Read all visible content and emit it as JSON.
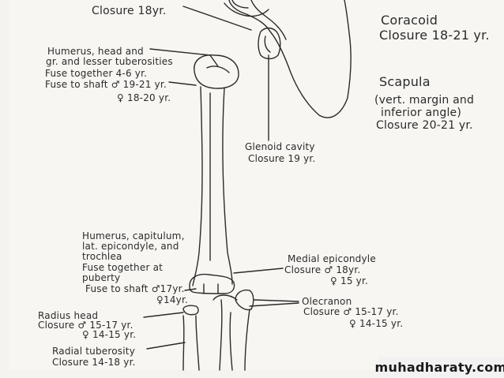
{
  "labels": {
    "top_closure": "Closure 18yr.",
    "coracoid_title": "Coracoid",
    "coracoid_closure": "Closure 18-21 yr.",
    "humerus_head_1": "Humerus, head and",
    "humerus_head_2": "gr. and lesser tuberosities",
    "humerus_head_3": "Fuse together 4-6 yr.",
    "humerus_head_4": "Fuse to shaft ♂ 19-21 yr.",
    "humerus_head_5": "♀ 18-20 yr.",
    "scapula_title": "Scapula",
    "scapula_1": "(vert. margin and",
    "scapula_2": "inferior angle)",
    "scapula_3": "Closure 20-21 yr.",
    "glenoid_1": "Glenoid cavity",
    "glenoid_2": "Closure 19 yr.",
    "capitulum_1": "Humerus, capitulum,",
    "capitulum_2": "lat. epicondyle, and",
    "capitulum_3": "trochlea",
    "capitulum_4": "Fuse together at",
    "capitulum_5": "puberty",
    "capitulum_6": "Fuse to shaft ♂17yr.",
    "capitulum_7": "♀14yr.",
    "medial_1": "Medial epicondyle",
    "medial_2": "Closure ♂ 18yr.",
    "medial_3": "♀ 15 yr.",
    "olecranon_1": "Olecranon",
    "olecranon_2": "Closure ♂ 15-17 yr.",
    "olecranon_3": "♀ 14-15 yr.",
    "radius_1": "Radius head",
    "radius_2": "Closure ♂ 15-17 yr.",
    "radius_3": "♀ 14-15 yr.",
    "radial_tub_1": "Radial tuberosity",
    "radial_tub_2": "Closure 14-18 yr."
  },
  "watermark": "muhadharaty.com",
  "colors": {
    "ink": "#2b2b2b",
    "paper": "#f7f6f2",
    "watermark_bg": "#f2f2f2"
  }
}
